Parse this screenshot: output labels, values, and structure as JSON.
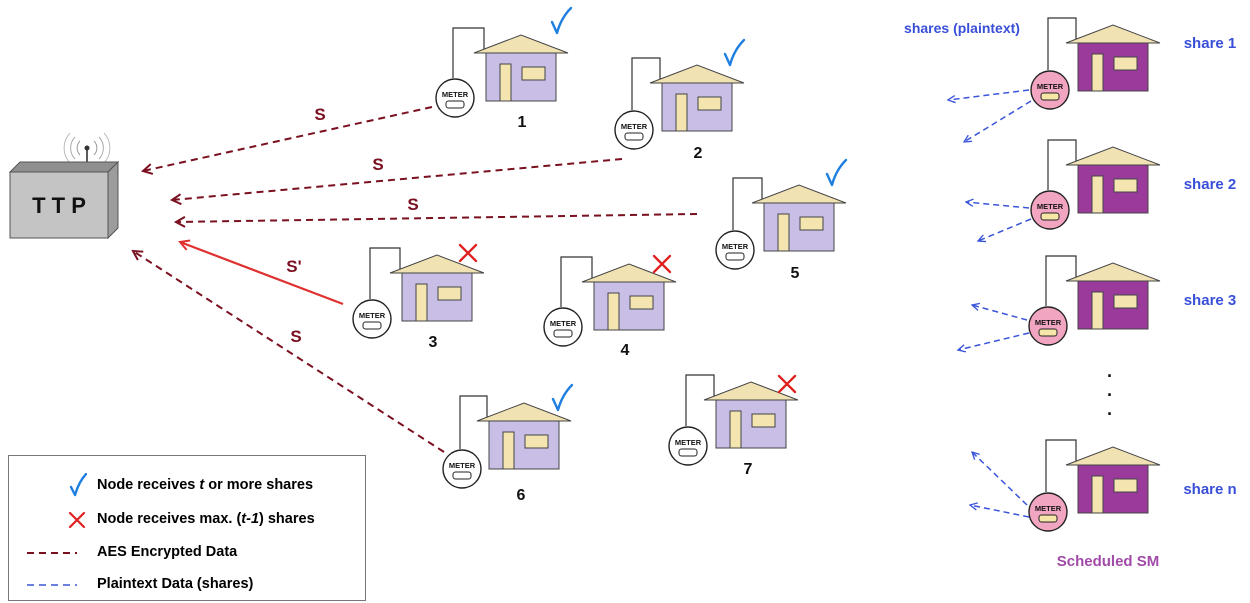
{
  "ttp": {
    "label": "T T P"
  },
  "arrow_labels": {
    "s": "S",
    "s_prime": "S'"
  },
  "nodes": [
    {
      "id": "1",
      "status": "check"
    },
    {
      "id": "2",
      "status": "check"
    },
    {
      "id": "3",
      "status": "cross"
    },
    {
      "id": "4",
      "status": "cross"
    },
    {
      "id": "5",
      "status": "check"
    },
    {
      "id": "6",
      "status": "check"
    },
    {
      "id": "7",
      "status": "cross"
    }
  ],
  "meter_label": "METER",
  "scheduled": {
    "header": "shares (plaintext)",
    "share_labels": [
      "share 1",
      "share 2",
      "share 3",
      "share n"
    ],
    "dots": "·",
    "footer": "Scheduled SM"
  },
  "legend": {
    "check_text_before": "Node receives ",
    "check_t": "t",
    "check_text_after": " or more shares",
    "cross_text_before": "Node receives max. (",
    "cross_t1": "t-1",
    "cross_text_after": ") shares",
    "aes": "AES Encrypted Data",
    "plain": "Plaintext Data (shares)"
  },
  "colors": {
    "aes_line": "#7a1020",
    "s_prime_line": "#e03030",
    "plain_line": "#3a55d8",
    "house_wall": "#c9bfe6",
    "house_wall_scheduled": "#9a3a9a",
    "roof": "#f1e2b4",
    "door": "#f3e4b0",
    "meter_scheduled": "#f2a5c0",
    "check": "#1f7fe0",
    "cross": "#e02020",
    "share_label": "#3a4fd8",
    "footer": "#a24aa8"
  }
}
